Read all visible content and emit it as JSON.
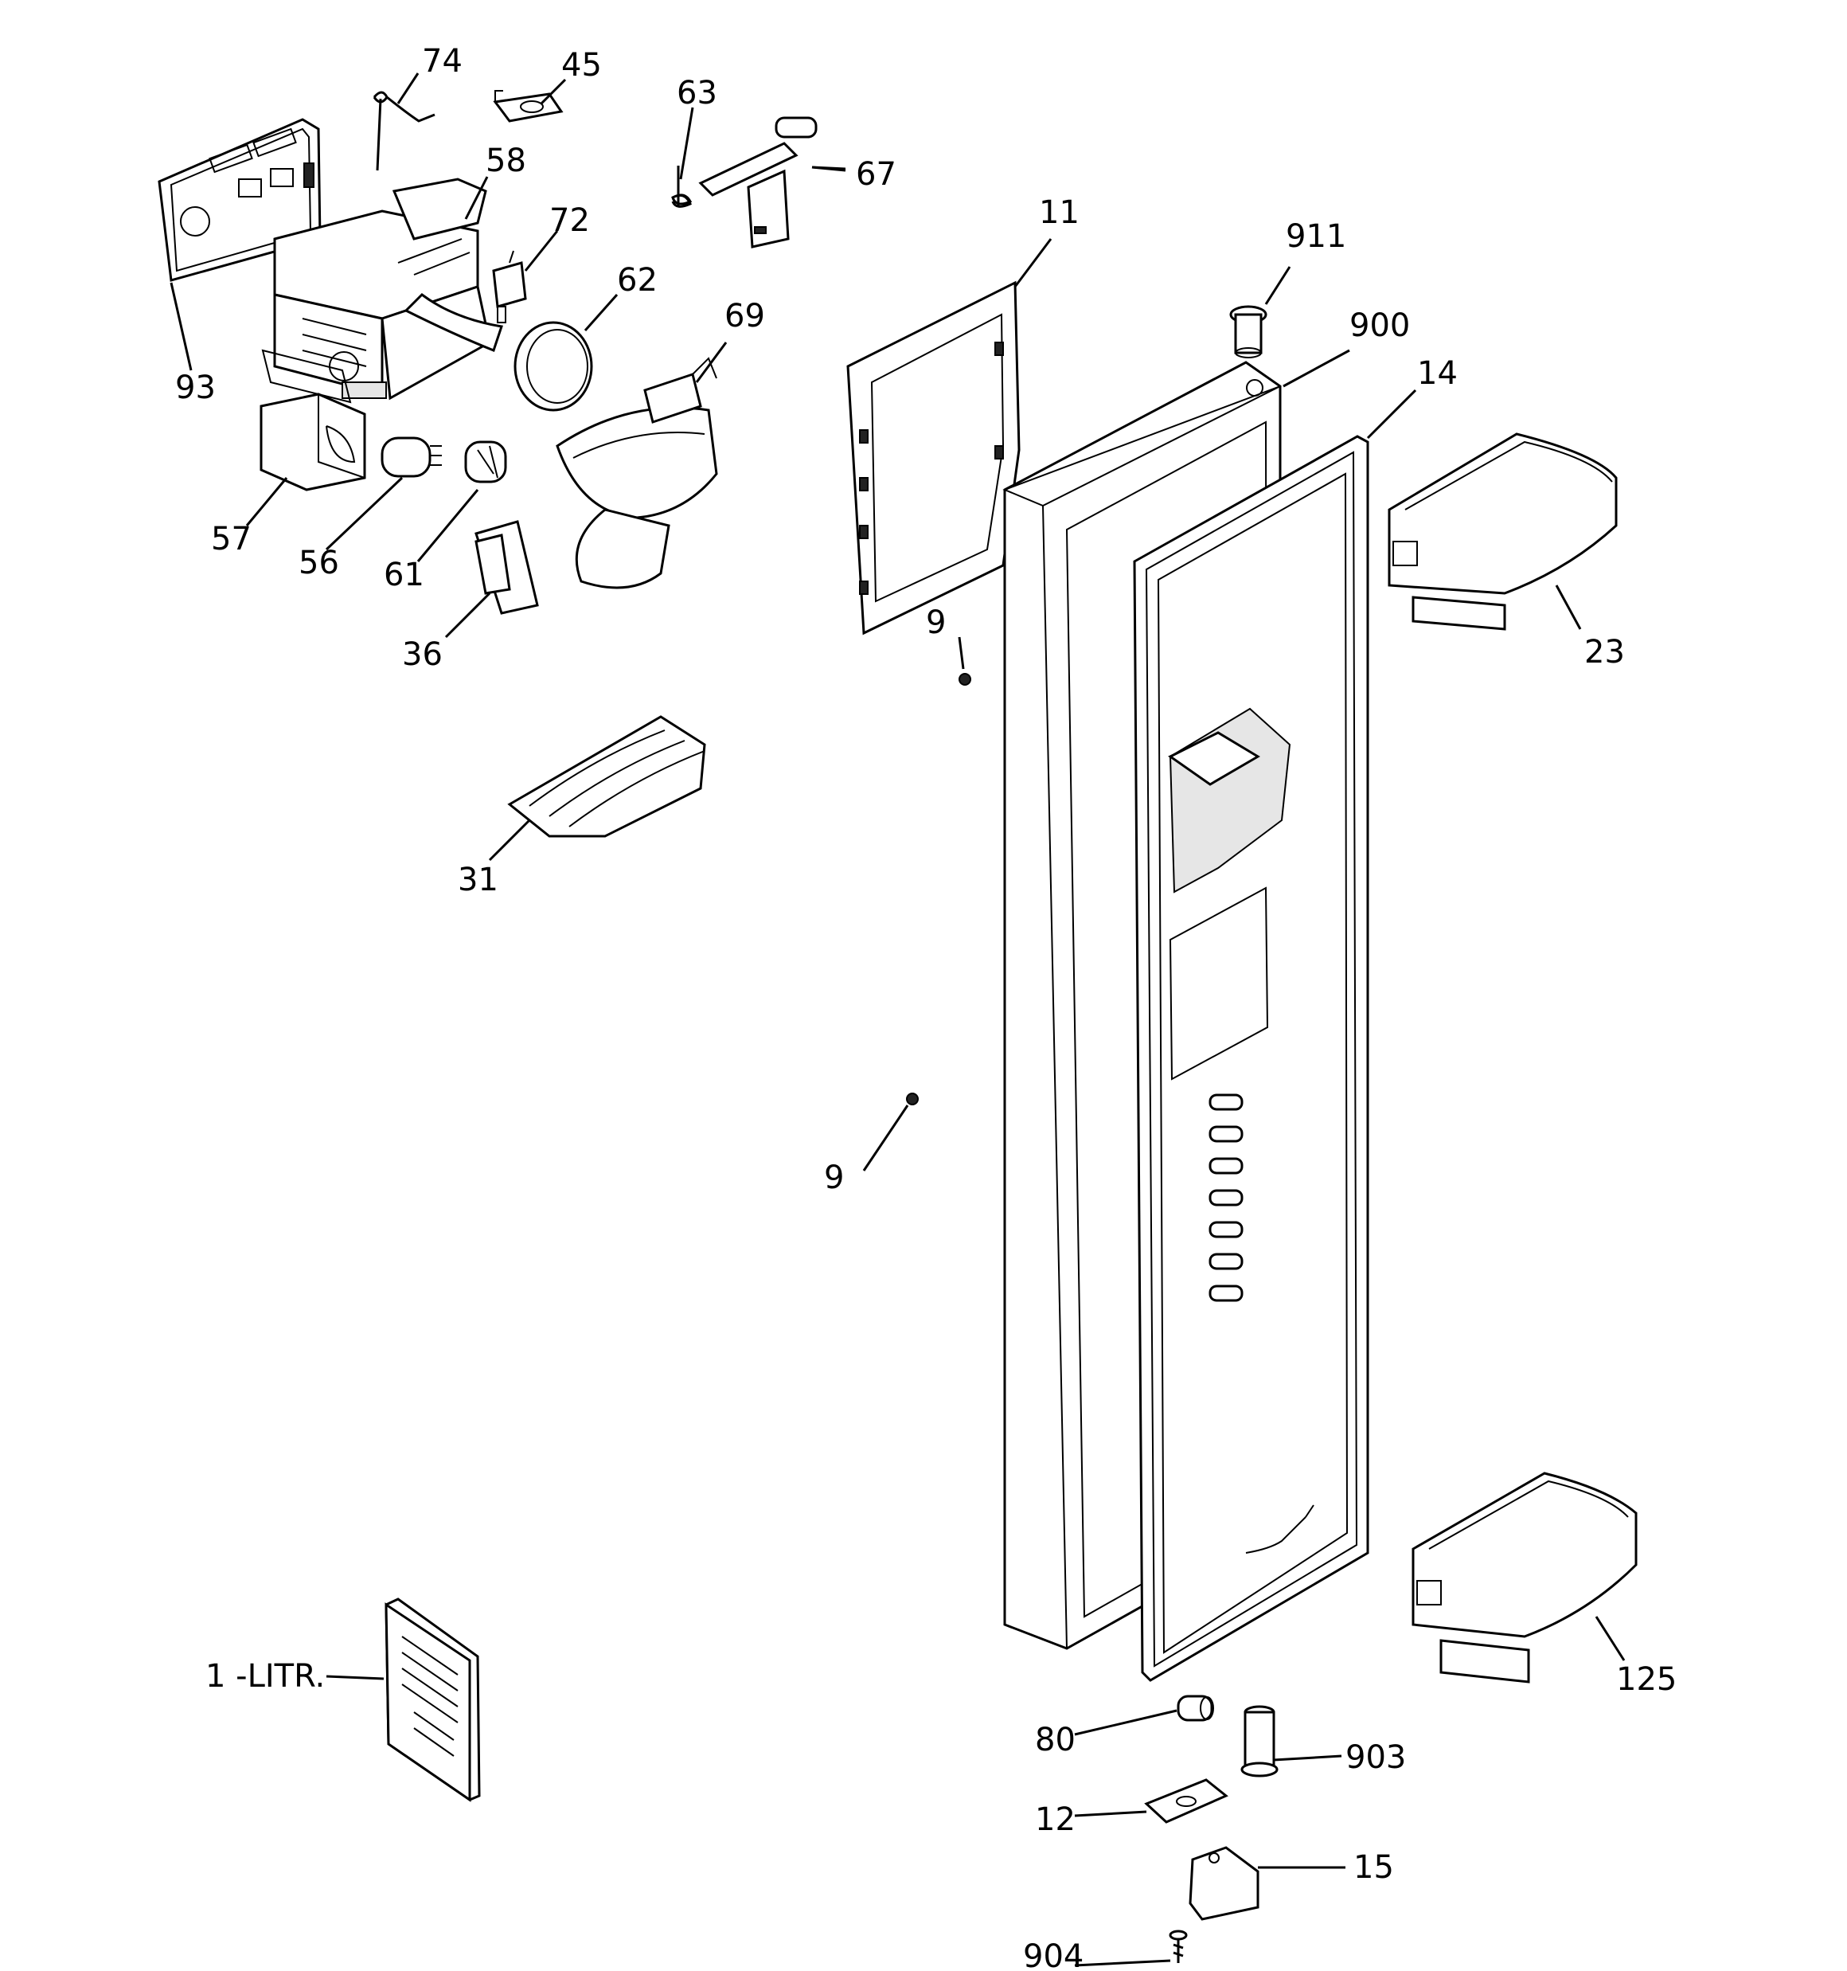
{
  "labels": {
    "p74": "74",
    "p45": "45",
    "p63": "63",
    "p67": "67",
    "p58": "58",
    "p72": "72",
    "p11": "11",
    "p911": "911",
    "p62": "62",
    "p69": "69",
    "p900": "900",
    "p14": "14",
    "p93": "93",
    "p57": "57",
    "p56": "56",
    "p61": "61",
    "p36": "36",
    "p9a": "9",
    "p23": "23",
    "p31": "31",
    "p9b": "9",
    "p125": "125",
    "p1litr": "1 -LITR.",
    "p80": "80",
    "p903": "903",
    "p12": "12",
    "p15": "15",
    "p904": "904"
  }
}
